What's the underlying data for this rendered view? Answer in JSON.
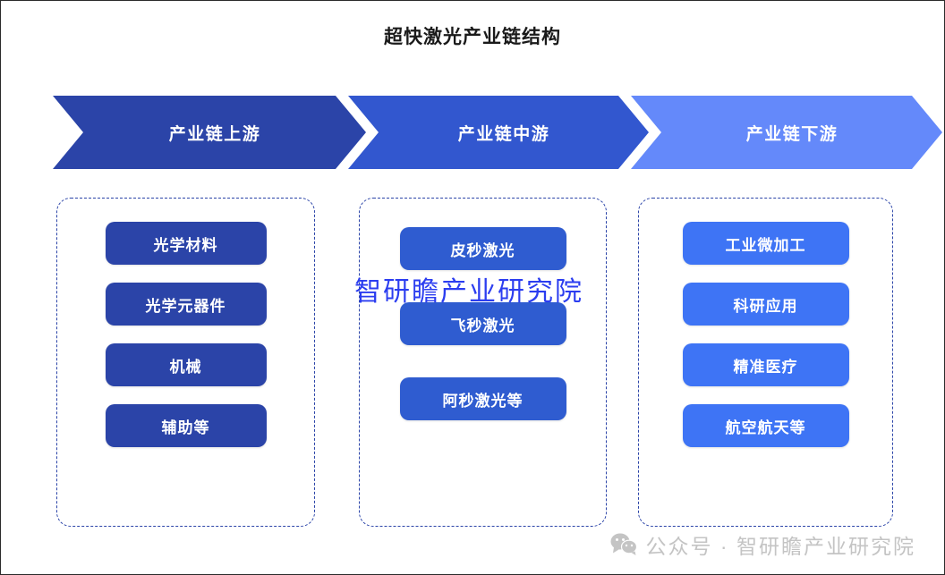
{
  "title": "超快激光产业链结构",
  "colors": {
    "upstream": "#2b44a8",
    "midstream": "#3257cf",
    "downstream": "#6489fa",
    "pill_upstream": "#2b44a8",
    "pill_midstream": "#2f5cd0",
    "pill_downstream": "#3e74f5",
    "border_dashed": "#2b44a8",
    "watermark_center": "#2b3df0",
    "watermark_footer": "#c4c4c4"
  },
  "stages": [
    {
      "key": "upstream",
      "label": "产业链上游",
      "items": [
        "光学材料",
        "光学元器件",
        "机械",
        "辅助等"
      ]
    },
    {
      "key": "midstream",
      "label": "产业链中游",
      "items": [
        "皮秒激光",
        "飞秒激光",
        "阿秒激光等"
      ]
    },
    {
      "key": "downstream",
      "label": "产业链下游",
      "items": [
        "工业微加工",
        "科研应用",
        "精准医疗",
        "航空航天等"
      ]
    }
  ],
  "watermarks": {
    "center": "智研瞻产业研究院",
    "footer": "公众号 · 智研瞻产业研究院",
    "footer_icon": "wechat-icon"
  }
}
